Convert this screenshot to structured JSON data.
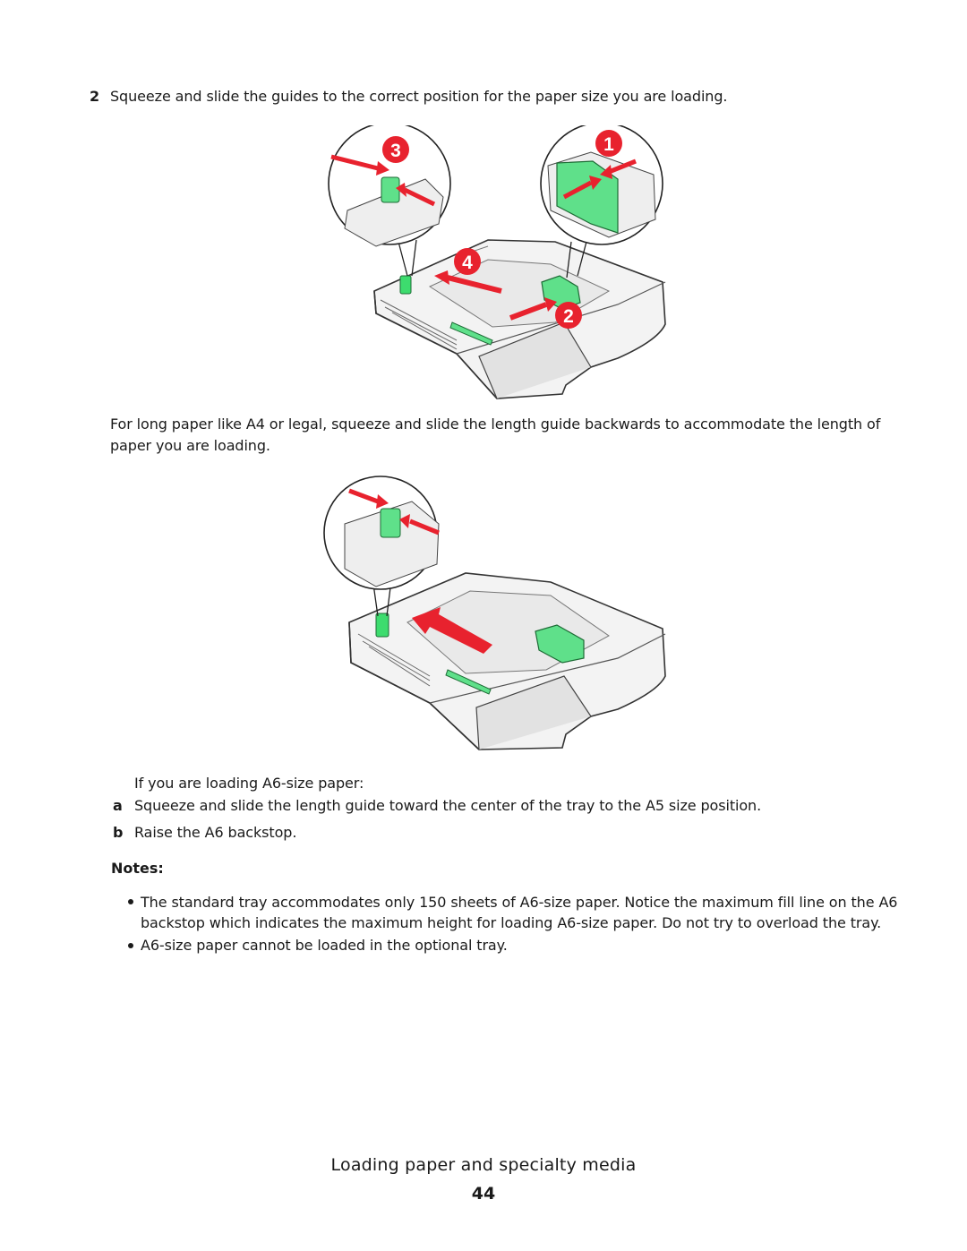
{
  "step2": {
    "number": "2",
    "text": "Squeeze and slide the guides to the correct position for the paper size you are loading."
  },
  "figure1": {
    "callouts": [
      "3",
      "1",
      "4",
      "2"
    ],
    "accent_color": "#e8222e",
    "guide_color": "#5fe08a"
  },
  "long_paper": {
    "text_line1": "For long paper like A4 or legal, squeeze and slide the length guide backwards to accommodate the length of",
    "text_line2": "paper you are loading."
  },
  "a6": {
    "intro": "If you are loading A6-size paper:",
    "steps": [
      {
        "letter": "a",
        "text": "Squeeze and slide the length guide toward the center of the tray to the A5 size position."
      },
      {
        "letter": "b",
        "text": "Raise the A6 backstop."
      }
    ]
  },
  "notes": {
    "heading": "Notes:",
    "items": [
      {
        "line1": "The standard tray accommodates only 150 sheets of A6-size paper. Notice the maximum fill line on the A6",
        "line2": "backstop which indicates the maximum height for loading A6-size paper. Do not try to overload the tray."
      },
      {
        "line1": "A6-size paper cannot be loaded in the optional tray."
      }
    ]
  },
  "footer": {
    "title": "Loading paper and specialty media",
    "page_number": "44"
  }
}
